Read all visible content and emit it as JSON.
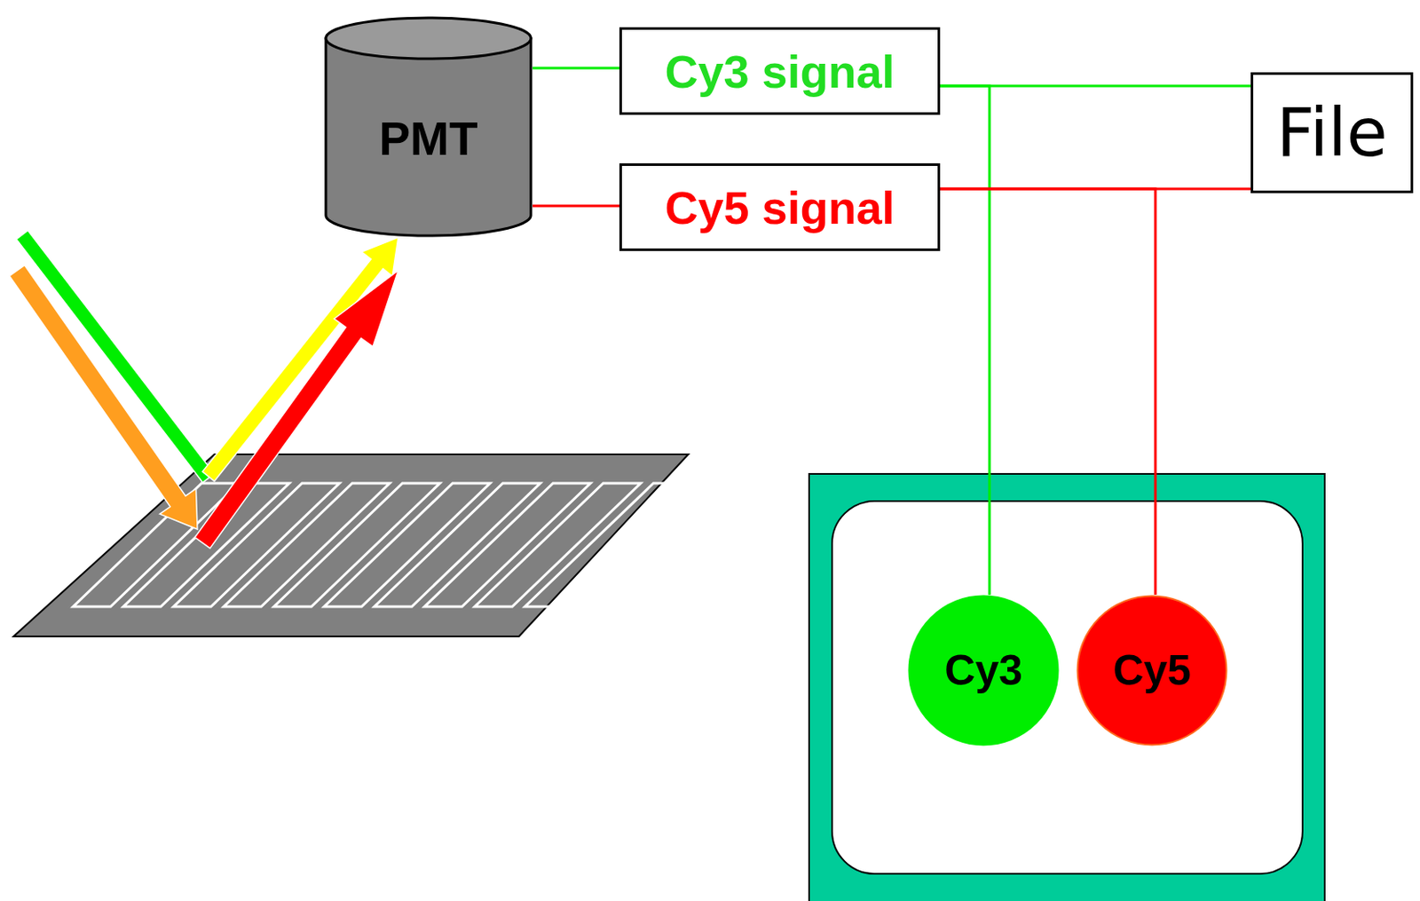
{
  "diagram": {
    "nodes": [
      {
        "text": [
          "PMT"
        ]
      },
      {
        "text": [
          "Cy3 signal"
        ]
      },
      {
        "text": [
          "Cy5 signal"
        ]
      },
      {
        "text": [
          "File"
        ]
      },
      {
        "text": [
          "Cy3"
        ]
      },
      {
        "text": [
          "Cy5"
        ]
      }
    ],
    "edges": [
      {
        "from": 0,
        "to": 1,
        "arrow": "none"
      },
      {
        "from": 0,
        "to": 2,
        "arrow": "none"
      },
      {
        "from": 1,
        "to": 3,
        "arrow": "none"
      },
      {
        "from": 1,
        "to": 4,
        "arrow": "none"
      },
      {
        "from": 2,
        "to": 3,
        "arrow": "none"
      },
      {
        "from": 2,
        "to": 5,
        "arrow": "none"
      }
    ]
  }
}
